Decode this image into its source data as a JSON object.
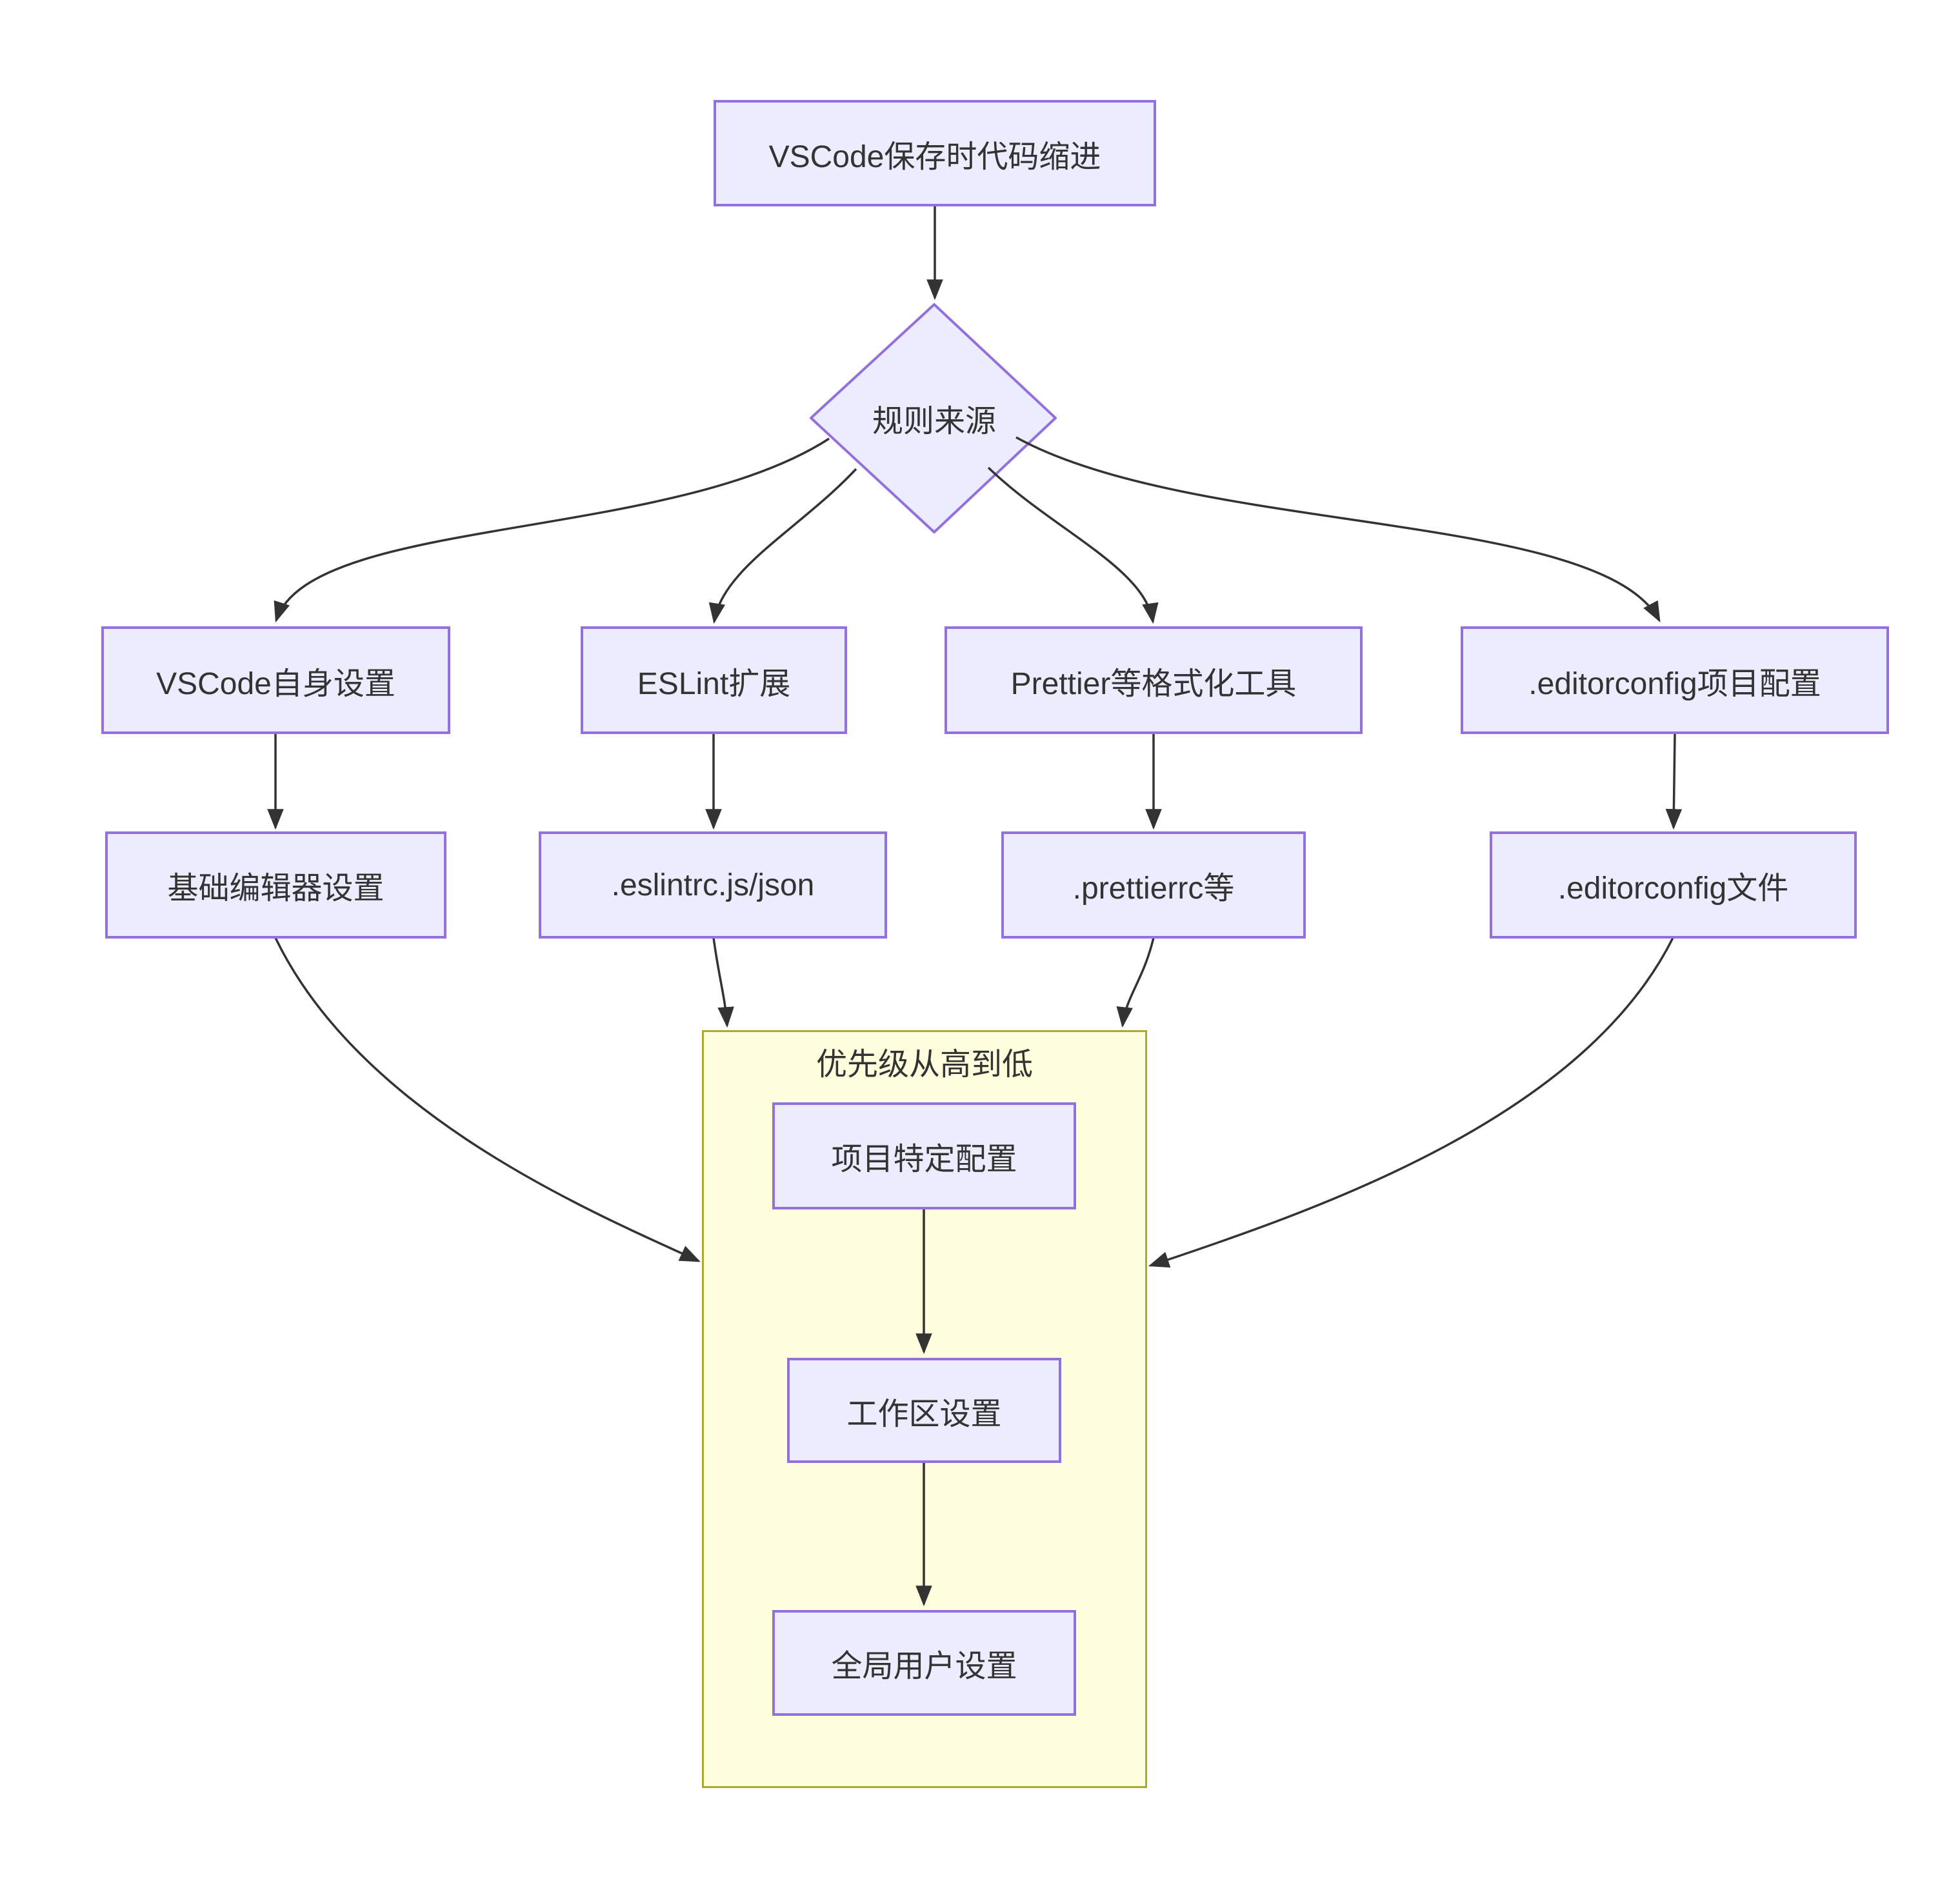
{
  "colors": {
    "background": "#ffffff",
    "node_fill": "#ECECFF",
    "node_border": "#9370DB",
    "edge": "#333333",
    "text": "#333333",
    "cluster_fill": "#FFFFDE",
    "cluster_border": "#AAAA33"
  },
  "nodes": {
    "start": "VSCode保存时代码缩进",
    "decision": "规则来源",
    "source_vscode": "VSCode自身设置",
    "source_eslint": "ESLint扩展",
    "source_prettier": "Prettier等格式化工具",
    "source_editorconfig": ".editorconfig项目配置",
    "detail_vscode": "基础编辑器设置",
    "detail_eslint": ".eslintrc.js/json",
    "detail_prettier": ".prettierrc等",
    "detail_editorconfig": ".editorconfig文件"
  },
  "cluster": {
    "title": "优先级从高到低",
    "item1": "项目特定配置",
    "item2": "工作区设置",
    "item3": "全局用户设置"
  }
}
